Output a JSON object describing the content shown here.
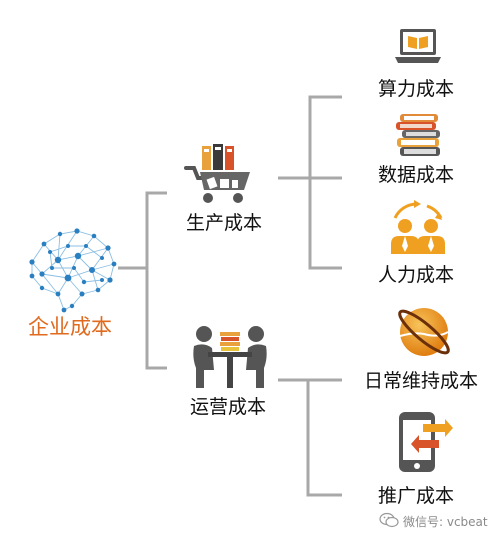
{
  "root": {
    "label": "企业成本",
    "icon": "brain-network-icon"
  },
  "branches": [
    {
      "label": "生产成本",
      "icon": "book-cart-icon",
      "children": [
        {
          "label": "算力成本",
          "icon": "laptop-icon"
        },
        {
          "label": "数据成本",
          "icon": "book-stack-icon"
        },
        {
          "label": "人力成本",
          "icon": "people-cycle-icon"
        }
      ]
    },
    {
      "label": "运营成本",
      "icon": "meeting-table-icon",
      "children": [
        {
          "label": "日常维持成本",
          "icon": "planet-icon"
        },
        {
          "label": "推广成本",
          "icon": "phone-arrows-icon"
        }
      ]
    }
  ],
  "watermark": {
    "text": "微信号: vcbeat",
    "icon": "wechat-icon"
  },
  "colors": {
    "accent": "#e06a1e",
    "icon_orange": "#f0a020",
    "connector": "#a8a8a8",
    "network_blue": "#2a7fc0"
  }
}
